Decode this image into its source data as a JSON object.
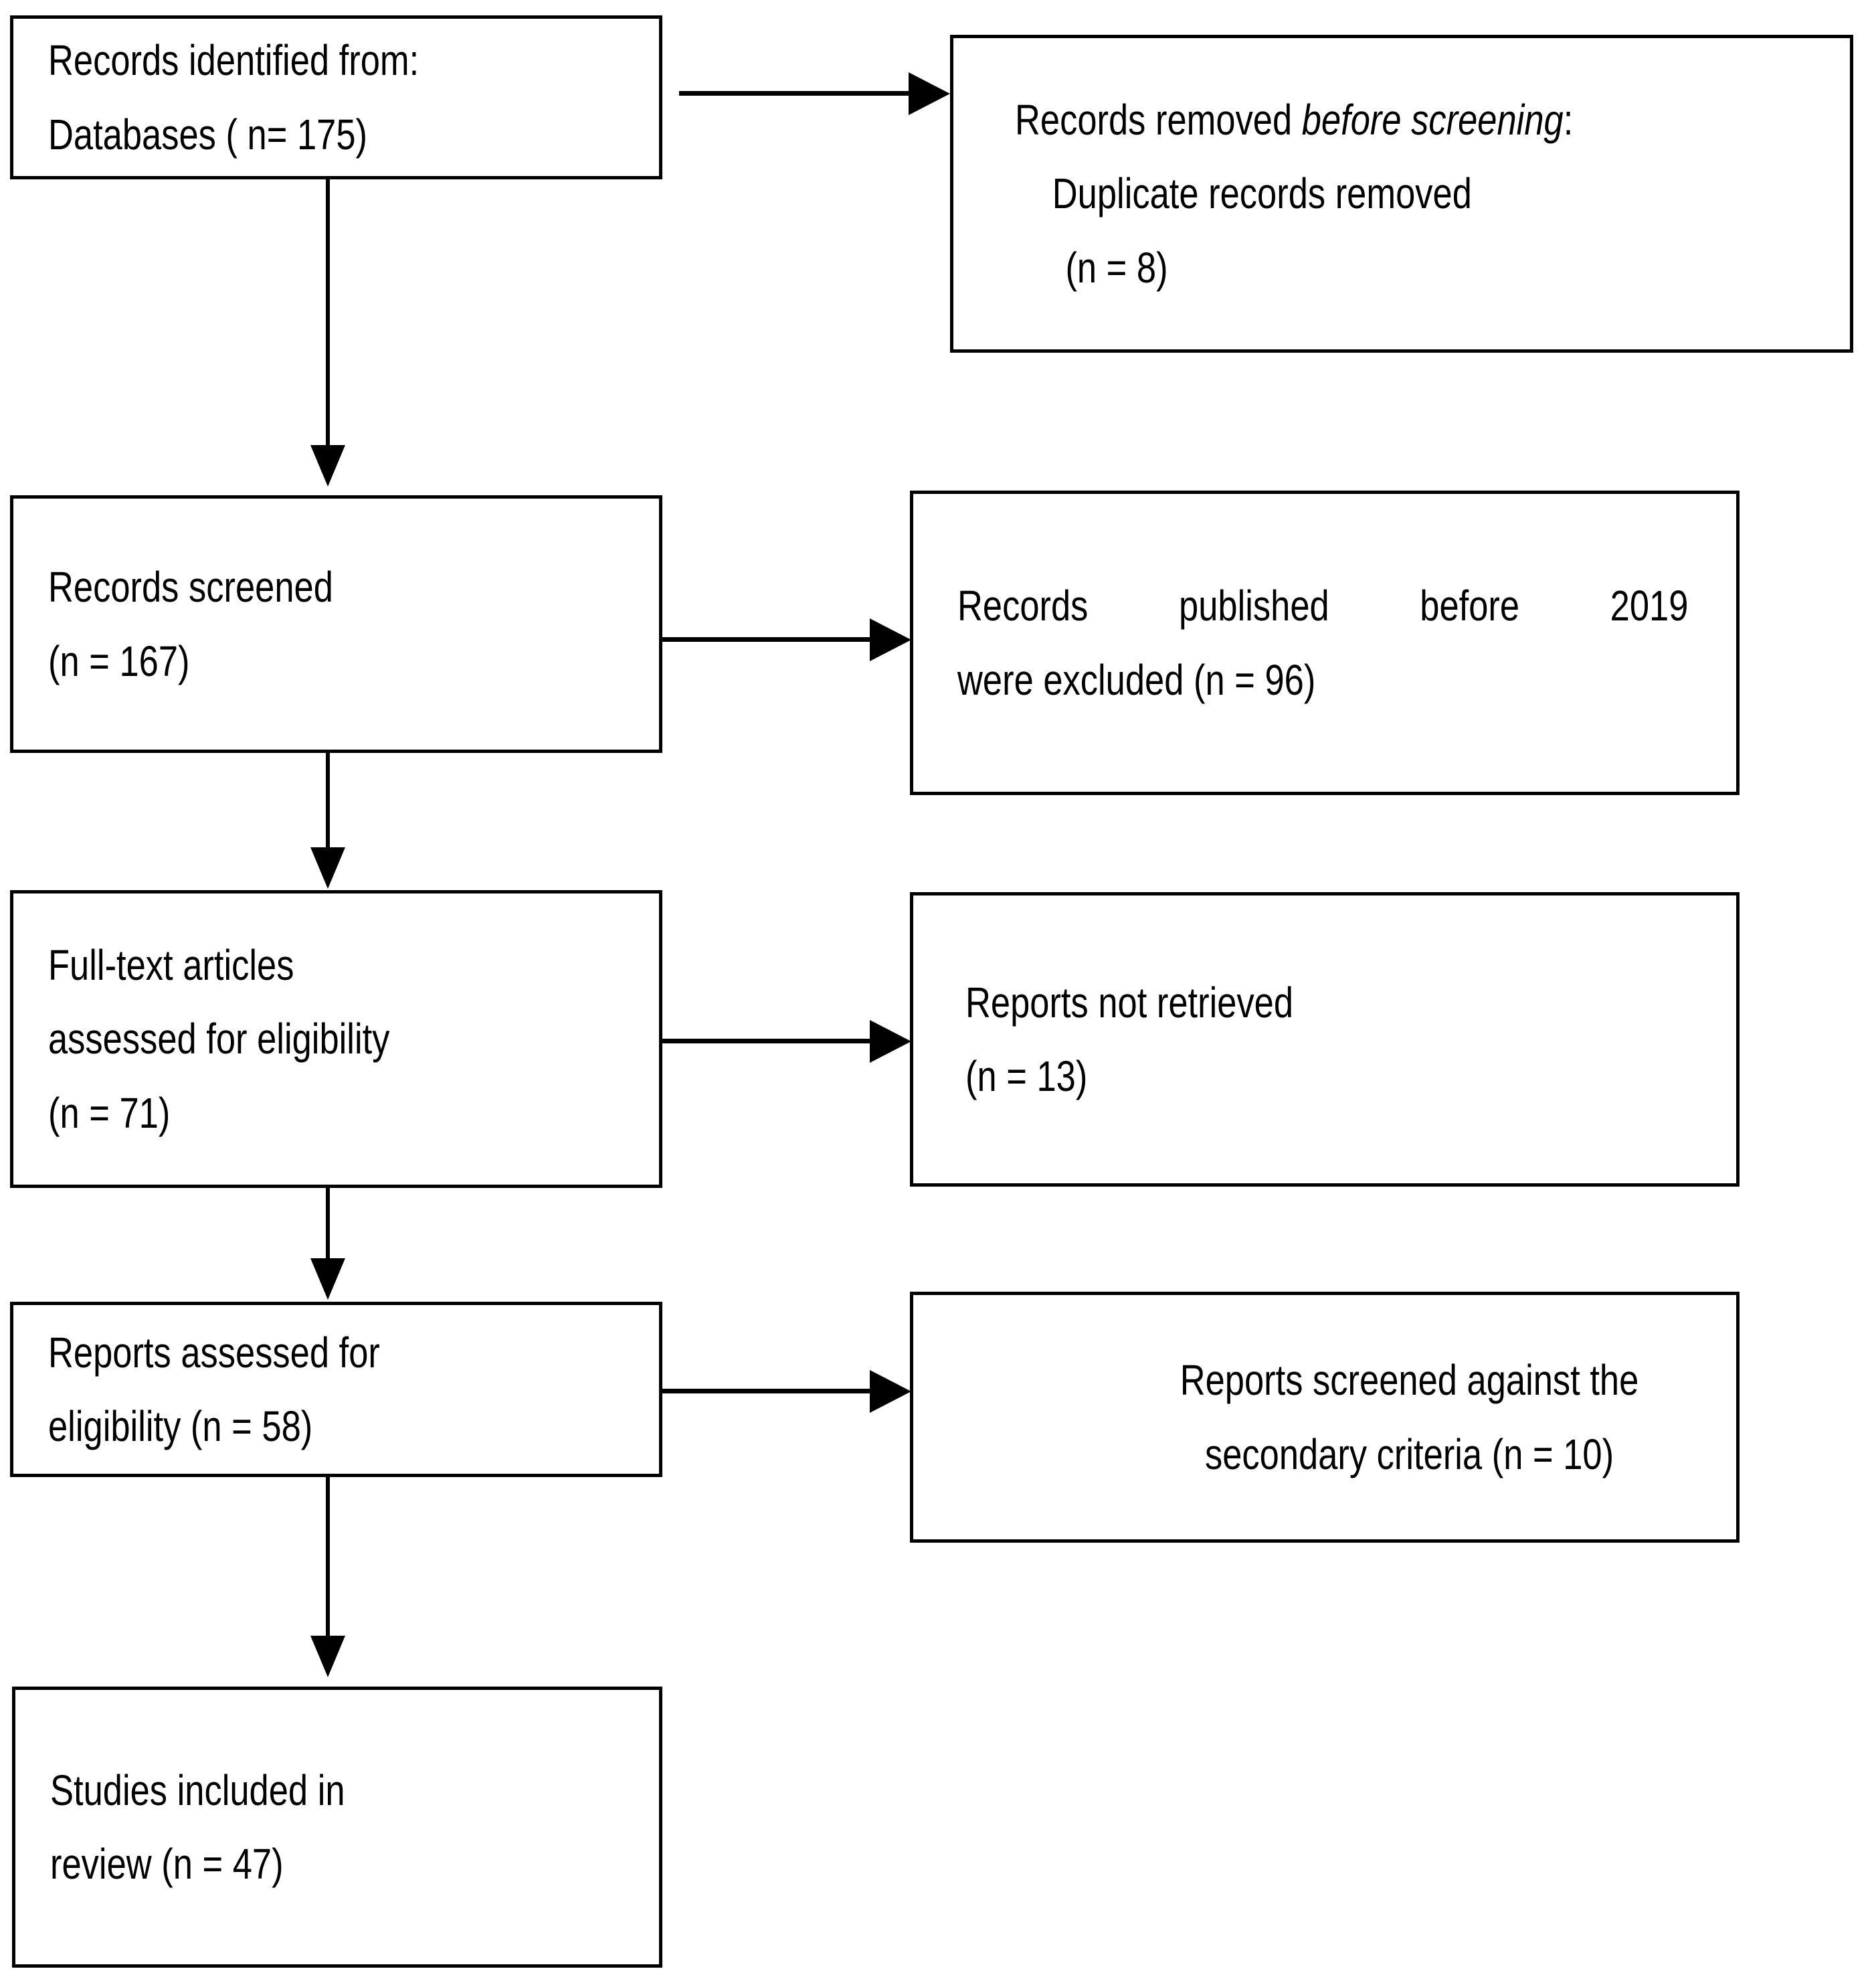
{
  "diagram": {
    "type": "prisma-flow-diagram",
    "title": "PRISMA study selection flow",
    "line_color": "#000000",
    "box_fill": "#ffffff",
    "nodes": [
      {
        "id": "records-identified",
        "lines": [
          "Records identified from:",
          "Databases ( n= 175)"
        ],
        "count": 175,
        "align": "left"
      },
      {
        "id": "records-removed-before-screening",
        "lines": [
          "Records removed before screening:",
          "Duplicate records removed",
          "(n = 8)"
        ],
        "italic_part": "before screening",
        "count": 8,
        "align": "left"
      },
      {
        "id": "records-screened",
        "lines": [
          "Records screened",
          "(n = 167)"
        ],
        "count": 167,
        "align": "left"
      },
      {
        "id": "records-excluded-before-2019",
        "lines": [
          "Records published before 2019",
          "were excluded (n = 96)"
        ],
        "count": 96,
        "align": "justify"
      },
      {
        "id": "fulltext-articles-assessed",
        "lines": [
          "Full-text articles",
          "assessed for eligibility",
          "(n = 71)"
        ],
        "count": 71,
        "align": "left"
      },
      {
        "id": "reports-not-retrieved",
        "lines": [
          "Reports not retrieved",
          "(n = 13)"
        ],
        "count": 13,
        "align": "left"
      },
      {
        "id": "reports-assessed-eligibility",
        "lines": [
          "Reports assessed for",
          "eligibility (n = 58)"
        ],
        "count": 58,
        "align": "left"
      },
      {
        "id": "reports-screened-secondary-criteria",
        "lines": [
          "Reports screened against the",
          "secondary criteria (n = 10)"
        ],
        "count": 10,
        "align": "center"
      },
      {
        "id": "studies-included-in-review",
        "lines": [
          "Studies included in",
          "review (n = 47)"
        ],
        "count": 47,
        "align": "left"
      }
    ]
  },
  "box1": {
    "line1": "Records identified from:",
    "line2": "Databases ( n= 175)"
  },
  "box2": {
    "line1_pre": "Records removed ",
    "line1_em": "before screening",
    "line1_post": ":",
    "line2": "Duplicate records removed",
    "line3": "(n = 8)"
  },
  "box3": {
    "line1": "Records screened",
    "line2": "(n = 167)"
  },
  "box4": {
    "line1": "Records published before 2019",
    "line2": "were excluded (n = 96)"
  },
  "box5": {
    "line1": "Full-text articles",
    "line2": "assessed for eligibility",
    "line3": "(n = 71)"
  },
  "box6": {
    "line1": "Reports not retrieved",
    "line2": "(n = 13)"
  },
  "box7": {
    "line1": "Reports assessed for",
    "line2": "eligibility (n = 58)"
  },
  "box8": {
    "line1": "Reports screened against the",
    "line2": "secondary criteria (n = 10)"
  },
  "box9": {
    "line1": "Studies included in",
    "line2": "review (n = 47)"
  }
}
